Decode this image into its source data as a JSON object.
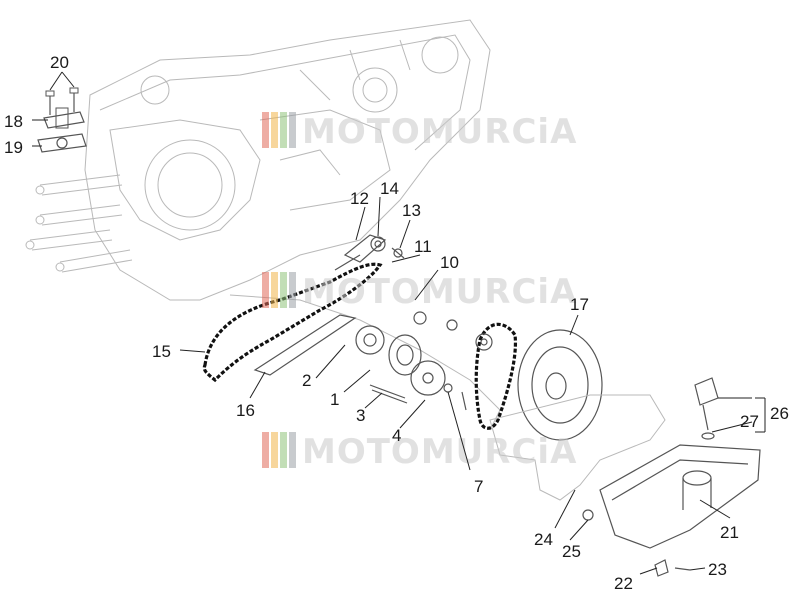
{
  "watermark": {
    "text": "MOTOMURCiA",
    "stripe_colors": [
      "#e06a5a",
      "#f0b44a",
      "#8fc37a",
      "#9aa0a6"
    ]
  },
  "callouts": {
    "c1": "1",
    "c2": "2",
    "c3": "3",
    "c4": "4",
    "c7": "7",
    "c10": "10",
    "c11": "11",
    "c12": "12",
    "c13": "13",
    "c14": "14",
    "c15": "15",
    "c16": "16",
    "c17": "17",
    "c18": "18",
    "c19": "19",
    "c20": "20",
    "c21": "21",
    "c22": "22",
    "c23": "23",
    "c24": "24",
    "c25": "25",
    "c26": "26",
    "c27": "27"
  },
  "colors": {
    "line_art": "#b9b9b9",
    "chain": "#111111",
    "text": "#1a1a1a"
  }
}
